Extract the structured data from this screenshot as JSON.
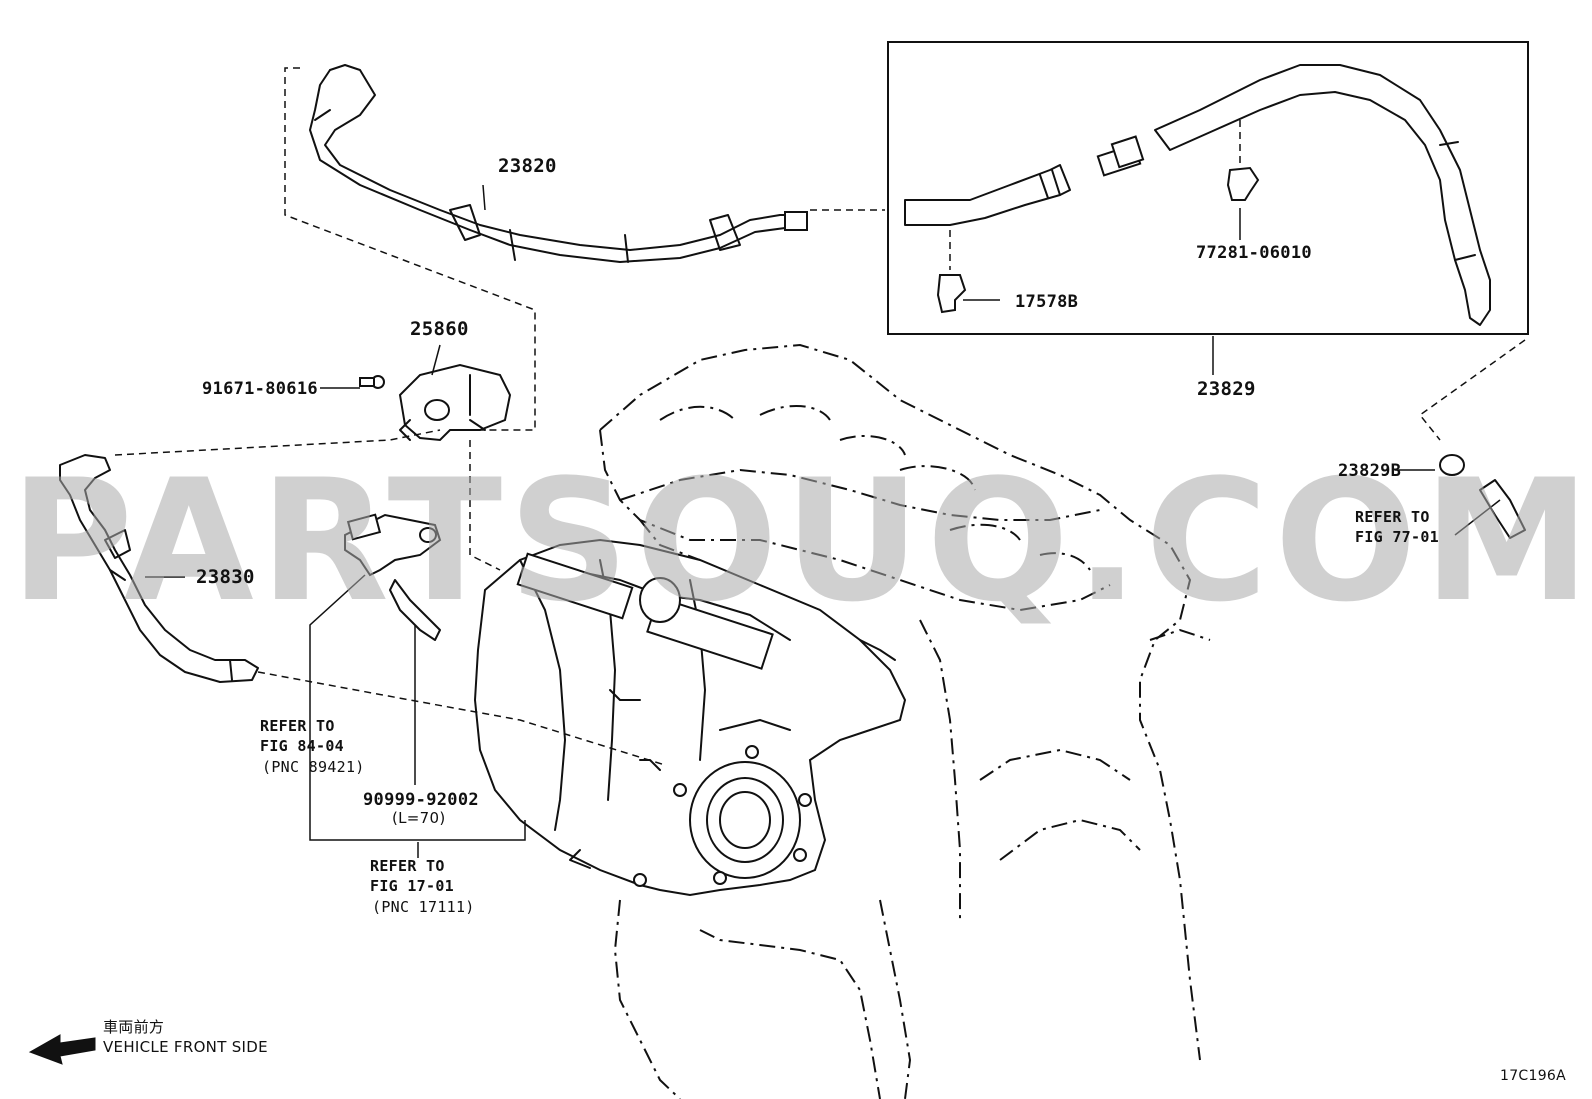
{
  "watermark": "PARTSOUQ.COM",
  "figure_code": "17C196A",
  "direction": {
    "label_jp": "車両前方",
    "label_en": "VEHICLE FRONT SIDE"
  },
  "callouts": {
    "p23820": "23820",
    "p25860": "25860",
    "p91671": "91671-80616",
    "p23830": "23830",
    "p23829": "23829",
    "p17578B": "17578B",
    "p77281": "77281-06010",
    "p23829B": "23829B",
    "p90999": "90999-92002",
    "p90999_len": "(L=70)"
  },
  "references": {
    "fig8404": {
      "line1": "REFER TO",
      "line2": "FIG 84-04",
      "line3": "(PNC 89421)"
    },
    "fig1701": {
      "line1": "REFER TO",
      "line2": "FIG 17-01",
      "line3": "(PNC 17111)"
    },
    "fig7701": {
      "line1": "REFER TO",
      "line2": "FIG 77-01"
    }
  }
}
